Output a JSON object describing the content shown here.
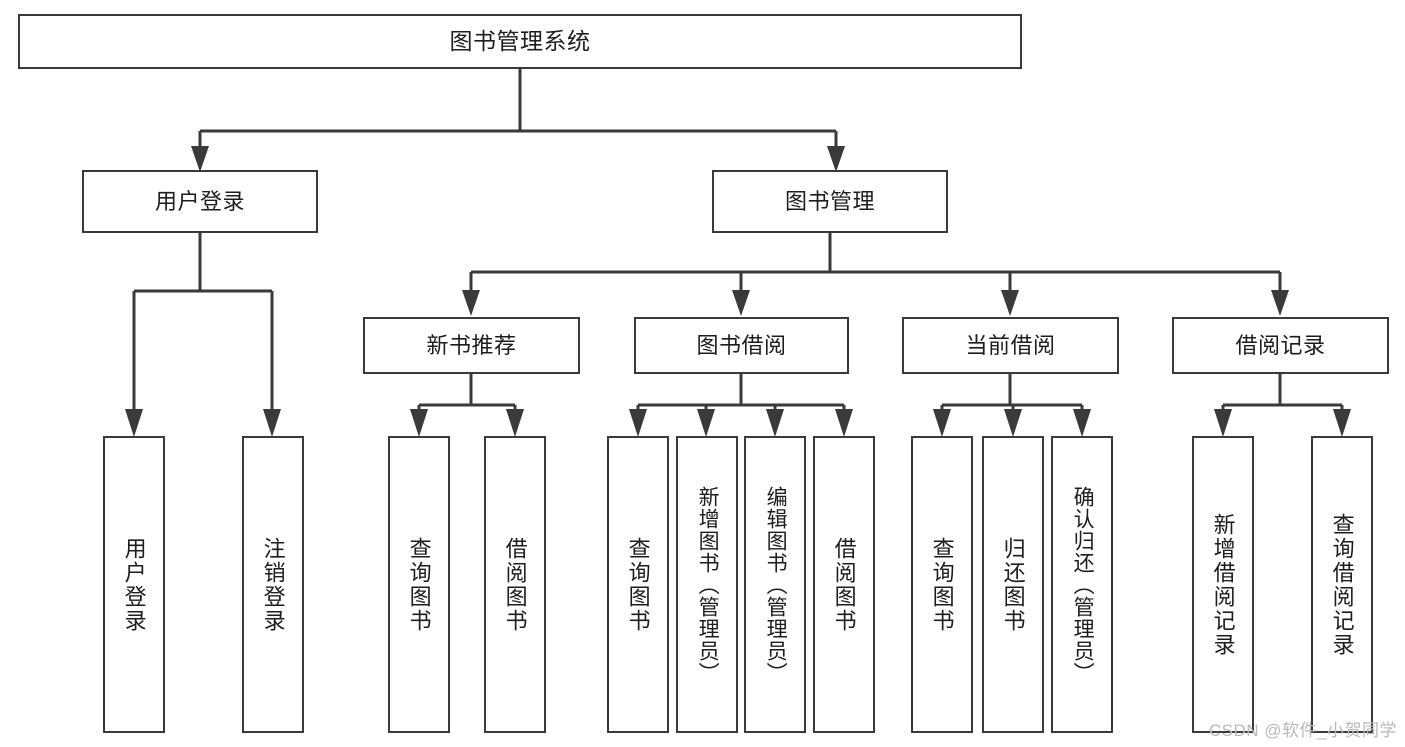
{
  "diagram": {
    "title": "图书管理系统",
    "type": "tree-hierarchy-chart",
    "root": {
      "label": "图书管理系统"
    },
    "level2": [
      {
        "label": "用户登录"
      },
      {
        "label": "图书管理"
      }
    ],
    "level3": [
      {
        "label": "新书推荐"
      },
      {
        "label": "图书借阅"
      },
      {
        "label": "当前借阅"
      },
      {
        "label": "借阅记录"
      }
    ],
    "leaves": [
      {
        "label": "用户登录",
        "parent": "用户登录"
      },
      {
        "label": "注销登录",
        "parent": "用户登录"
      },
      {
        "label": "查询图书",
        "parent": "新书推荐"
      },
      {
        "label": "借阅图书",
        "parent": "新书推荐"
      },
      {
        "label": "查询图书",
        "parent": "图书借阅"
      },
      {
        "label": "新增图书（管理员）",
        "parent": "图书借阅"
      },
      {
        "label": "编辑图书（管理员）",
        "parent": "图书借阅"
      },
      {
        "label": "借阅图书",
        "parent": "图书借阅"
      },
      {
        "label": "查询图书",
        "parent": "当前借阅"
      },
      {
        "label": "归还图书",
        "parent": "当前借阅"
      },
      {
        "label": "确认归还（管理员）",
        "parent": "当前借阅"
      },
      {
        "label": "新增借阅记录",
        "parent": "借阅记录"
      },
      {
        "label": "查询借阅记录",
        "parent": "借阅记录"
      }
    ]
  },
  "watermark": {
    "text": "CSDN @软件_小贺同学"
  },
  "colors": {
    "stroke": "#3a3a3a",
    "background": "#ffffff",
    "text": "#1d1d1d",
    "watermark": "#b9b9b9"
  }
}
